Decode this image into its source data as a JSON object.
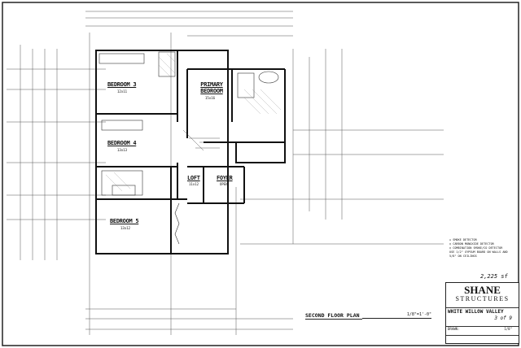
{
  "plan": {
    "title": "SECOND FLOOR PLAN",
    "scale": "1/8\"=1'-0\"",
    "area": "2,225 sf",
    "rooms": [
      {
        "name": "BEDROOM 3",
        "size": "12x11"
      },
      {
        "name": "BEDROOM 4",
        "size": "13x13"
      },
      {
        "name": "BEDROOM 5",
        "size": "13x12"
      },
      {
        "name": "PRIMARY BEDROOM",
        "size": "15x16"
      },
      {
        "name": "LOFT",
        "size": "11x12"
      },
      {
        "name": "FOYER",
        "size": "OPEN"
      }
    ]
  },
  "legend": {
    "items": [
      "SMOKE DETECTOR",
      "CARBON MONOXIDE DETECTOR",
      "COMBINATION SMOKE/CO DETECTOR",
      "USE 1/2\" GYPSUM BOARD ON WALLS AND 5/8\" ON CEILINGS"
    ]
  },
  "title_block": {
    "company_top": "SHANE",
    "company_bottom": "STRUCTURES",
    "project": "WHITE WILLOW VALLEY",
    "sheet": "3 of 9",
    "drawn": "DRAWN: ",
    "scale_label": "1/8\""
  }
}
